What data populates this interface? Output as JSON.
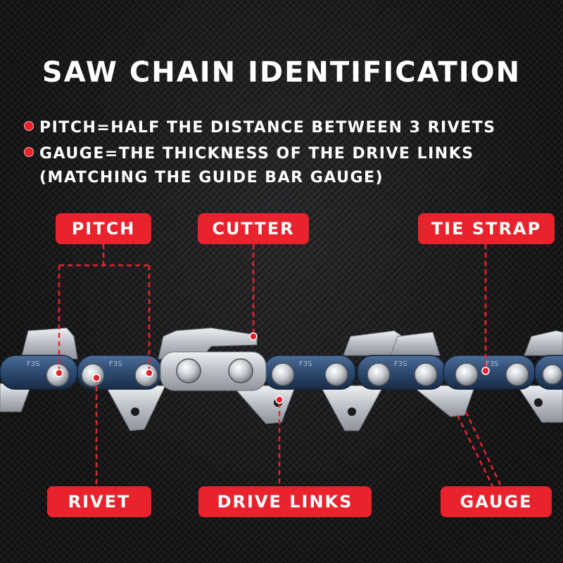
{
  "title": "SAW CHAIN IDENTIFICATION",
  "bullets": [
    {
      "text": "PITCH=HALF THE DISTANCE BETWEEN 3 RIVETS"
    },
    {
      "text": "GAUGE=THE THICKNESS OF THE DRIVE LINKS",
      "continuation": "(MATCHING THE GUIDE BAR GAUGE)"
    }
  ],
  "callouts": {
    "pitch": "PITCH",
    "cutter": "CUTTER",
    "tie_strap": "TIE STRAP",
    "rivet": "RIVET",
    "drive_links": "DRIVE LINKS",
    "gauge": "GAUGE"
  },
  "link_marking": "F3S",
  "colors": {
    "accent_red": "#e8232d",
    "background": "#1b1b1d",
    "chain_blue": "#2f4d74",
    "chain_steel": "#c9ccd2",
    "text": "#ffffff"
  }
}
